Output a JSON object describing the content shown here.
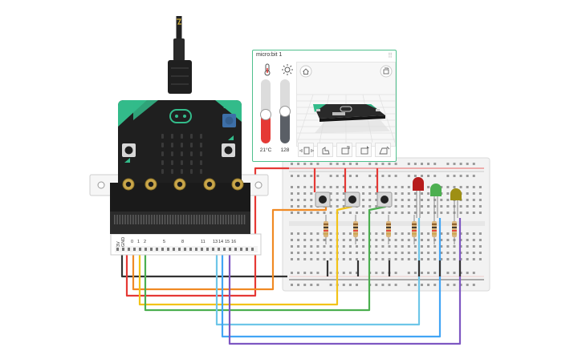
{
  "simulator_panel": {
    "title": "micro:bit 1",
    "temperature_label": "21°C",
    "temperature_level": 0.45,
    "light_label": "128",
    "light_level": 0.5
  },
  "edge_connector": {
    "pin_labels": [
      "3V",
      "GND",
      "0",
      "1",
      "2",
      "5",
      "8",
      "11",
      "13",
      "14",
      "15",
      "16"
    ]
  },
  "icons": [
    "thermometer-icon",
    "sun-icon",
    "home-icon",
    "rotate-view-icon",
    "shake-gesture-icon",
    "tilt-left-icon",
    "tilt-right-icon",
    "logo-up-icon",
    "screen-down-icon",
    "drag-handle-icon"
  ],
  "colors": {
    "panel_border": "#4fc08d",
    "microbit_board": "#1f1f1f",
    "microbit_accent": "#33bb8a",
    "usb_cable": "#222222",
    "wire_red": "#e53935",
    "wire_orange": "#f08a24",
    "wire_yellow": "#f2c318",
    "wire_green": "#4caf50",
    "wire_blue": "#42a5f5",
    "wire_cyan": "#6ec6e8",
    "wire_purple": "#7e57c2",
    "wire_black": "#333333",
    "led_red": "#b71c1c",
    "led_green": "#4caf50",
    "led_yellow": "#9e8f14"
  }
}
